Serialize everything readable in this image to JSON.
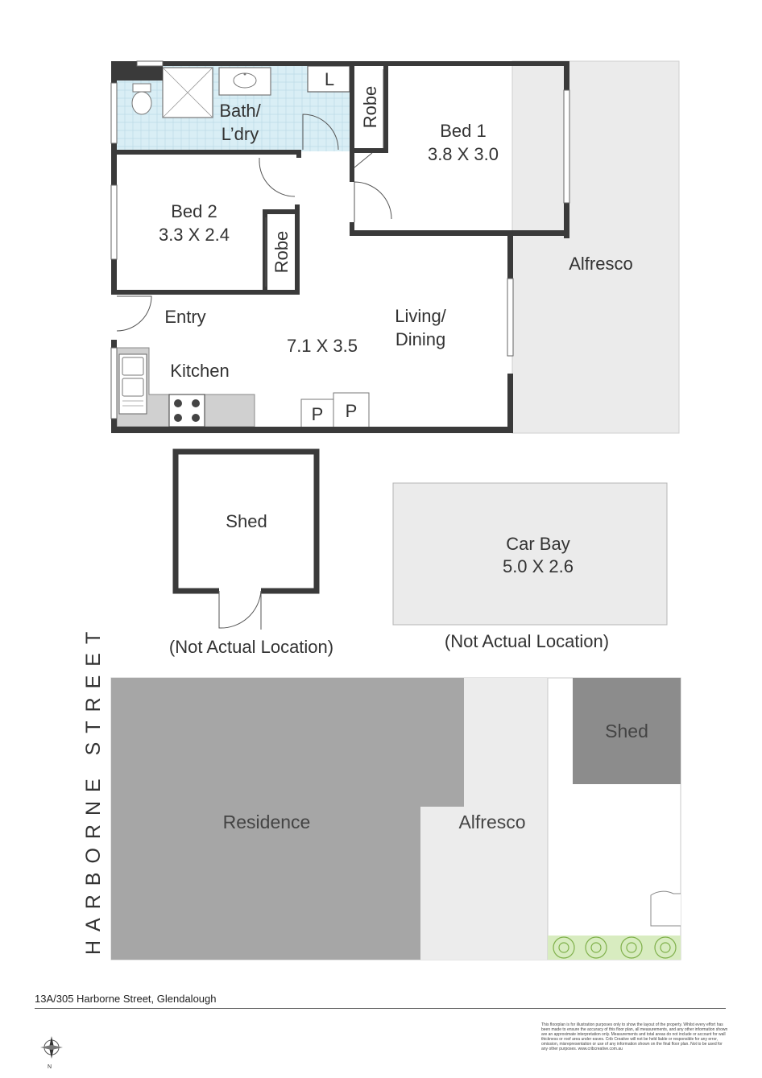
{
  "floor_plan": {
    "rooms": {
      "bath_line1": "Bath/",
      "bath_line2": "L’dry",
      "laundry_tag": "L",
      "bed1_robe": "Robe",
      "bed1_name": "Bed 1",
      "bed1_size": "3.8 X 3.0",
      "bed2_name": "Bed 2",
      "bed2_size": "3.3 X 2.4",
      "bed2_robe": "Robe",
      "alfresco": "Alfresco",
      "entry": "Entry",
      "living_line1": "Living/",
      "living_line2": "Dining",
      "living_size": "7.1 X 3.5",
      "kitchen": "Kitchen",
      "pantry1": "P",
      "pantry2": "P"
    },
    "shed": {
      "name": "Shed",
      "note": "(Not Actual Location)"
    },
    "car_bay": {
      "name": "Car Bay",
      "size": "5.0 X 2.6",
      "note": "(Not Actual Location)"
    }
  },
  "site_plan": {
    "street": "HARBORNE STREET",
    "residence": "Residence",
    "alfresco": "Alfresco",
    "shed": "Shed"
  },
  "footer": {
    "address": "13A/305 Harborne Street, Glendalough",
    "disclaimer": "This floorplan is for illustration purposes only to show the layout of the property. Whilst every effort has been made to ensure the accuracy of this floor plan, all measurements, and any other information shown are an approximate interpretation only. Measurements and total areas do not include or account for wall thickness or roof area under eaves. Crib Creative will not be held liable or responsible for any error, omission, misrepresentation or use of any information shown on the final floor plan. Not to be used for any other purposes. www.cribcreative.com.au",
    "compass_letter": "N"
  },
  "colors": {
    "wall": "#3a3a3a",
    "alfresco_fill": "#ebebeb",
    "bath_tile": "#d9eef5",
    "kitchen_bench": "#d0d0d0",
    "residence_fill": "#a6a6a6",
    "site_shed_fill": "#8c8c8c",
    "site_alfresco_fill": "#ececec",
    "garden_fill": "#d8ecc0"
  }
}
